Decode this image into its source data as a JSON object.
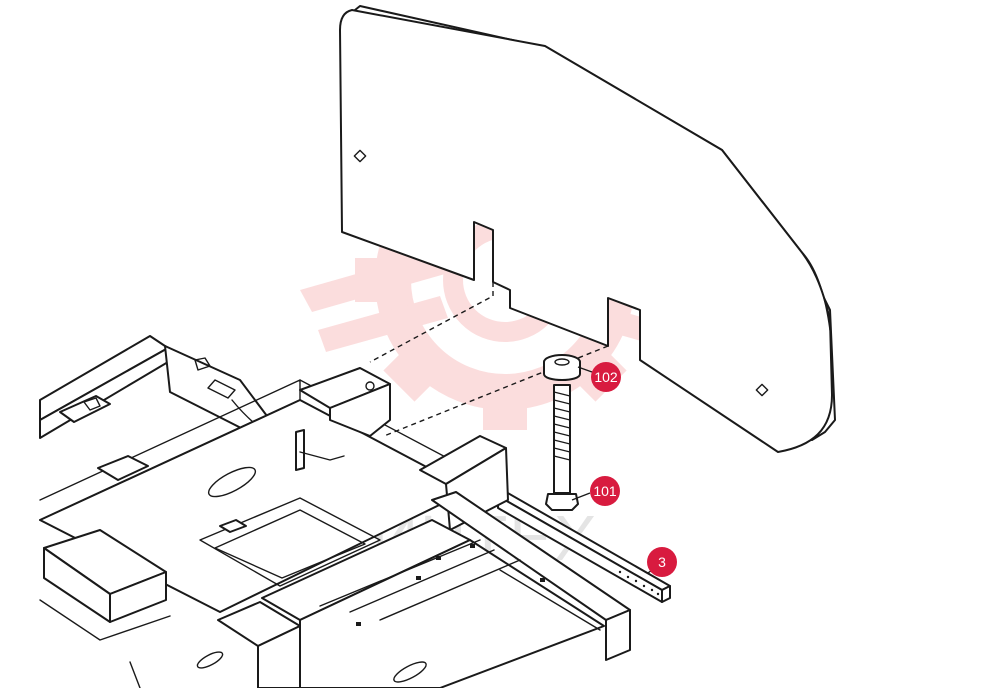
{
  "watermark": {
    "text": "ИНТЕХ",
    "color": "#fbdada",
    "text_color": "#cfcfcf"
  },
  "callouts": {
    "color": "#d81b3f",
    "items": [
      {
        "id": "102",
        "label": "102"
      },
      {
        "id": "101",
        "label": "101"
      },
      {
        "id": "3",
        "label": "3"
      }
    ]
  }
}
